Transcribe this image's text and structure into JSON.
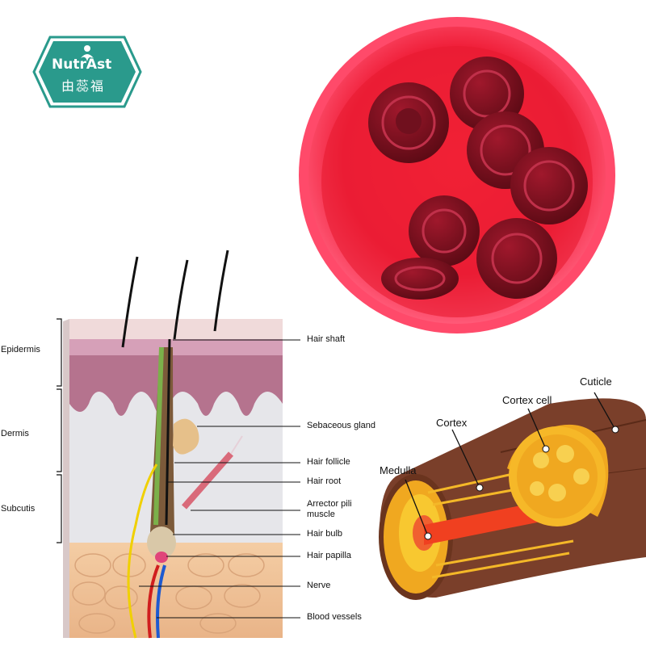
{
  "logo": {
    "brand": "NutrÀst",
    "chinese": "由蕊福",
    "color": "#2a9a8c"
  },
  "product": {
    "description_icon": "gummy-cup-photo",
    "cup_color": "#f0203a",
    "gummy_color": "#8a1020"
  },
  "skin_diagram": {
    "layers": [
      "Epidermis",
      "Dermis",
      "Subcutis"
    ],
    "parts": [
      "Hair shaft",
      "Sebaceous gland",
      "Hair follicle",
      "Hair root",
      "Arrector pili muscle",
      "Hair bulb",
      "Hair papilla",
      "Nerve",
      "Blood vessels"
    ]
  },
  "hair_diagram": {
    "parts": [
      "Cuticle",
      "Cortex cell",
      "Cortex",
      "Medulla"
    ]
  }
}
